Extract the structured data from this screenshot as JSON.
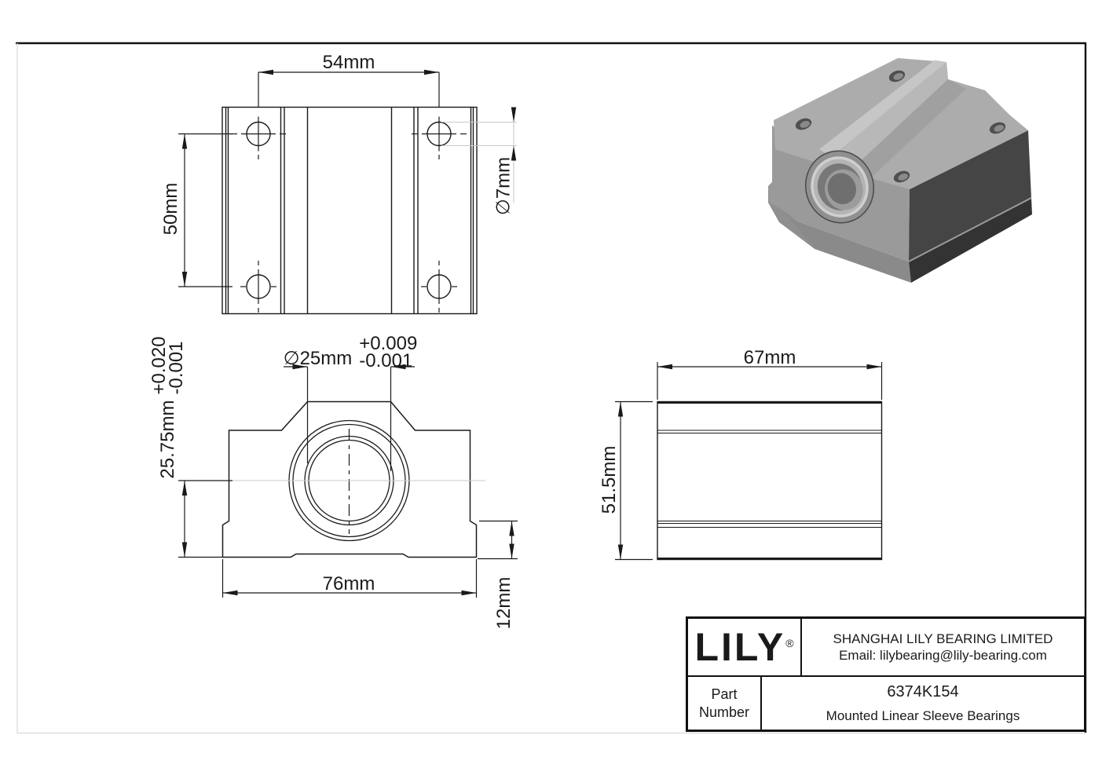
{
  "drawing": {
    "top_view": {
      "width_dim": "54mm",
      "height_dim": "50mm",
      "hole_dia_dim": "∅7mm"
    },
    "front_view": {
      "bore_dim": "∅25mm",
      "bore_tol_plus": "+0.009",
      "bore_tol_minus": "-0.001",
      "center_height_dim": "25.75mm",
      "center_height_tol_plus": "+0.020",
      "center_height_tol_minus": "-0.001",
      "base_width_dim": "76mm",
      "base_step_dim": "12mm"
    },
    "side_view": {
      "length_dim": "67mm",
      "height_dim": "51.5mm"
    },
    "colors": {
      "line": "#1a1a1a",
      "faint_line": "#c9c9c9",
      "frame_gray": "#d8d8d8",
      "iso_top_face": "#acacac",
      "iso_front_face": "#9a9a9a",
      "iso_right_face": "#454545",
      "iso_right_base": "#333333",
      "iso_base_strip": "#8a8a8a"
    }
  },
  "title_block": {
    "logo": "LILY",
    "registered_mark": "®",
    "company_name": "SHANGHAI LILY BEARING LIMITED",
    "company_email": "Email: lilybearing@lily-bearing.com",
    "part_label_line1": "Part",
    "part_label_line2": "Number",
    "part_number": "6374K154",
    "product_name": "Mounted Linear Sleeve Bearings"
  }
}
